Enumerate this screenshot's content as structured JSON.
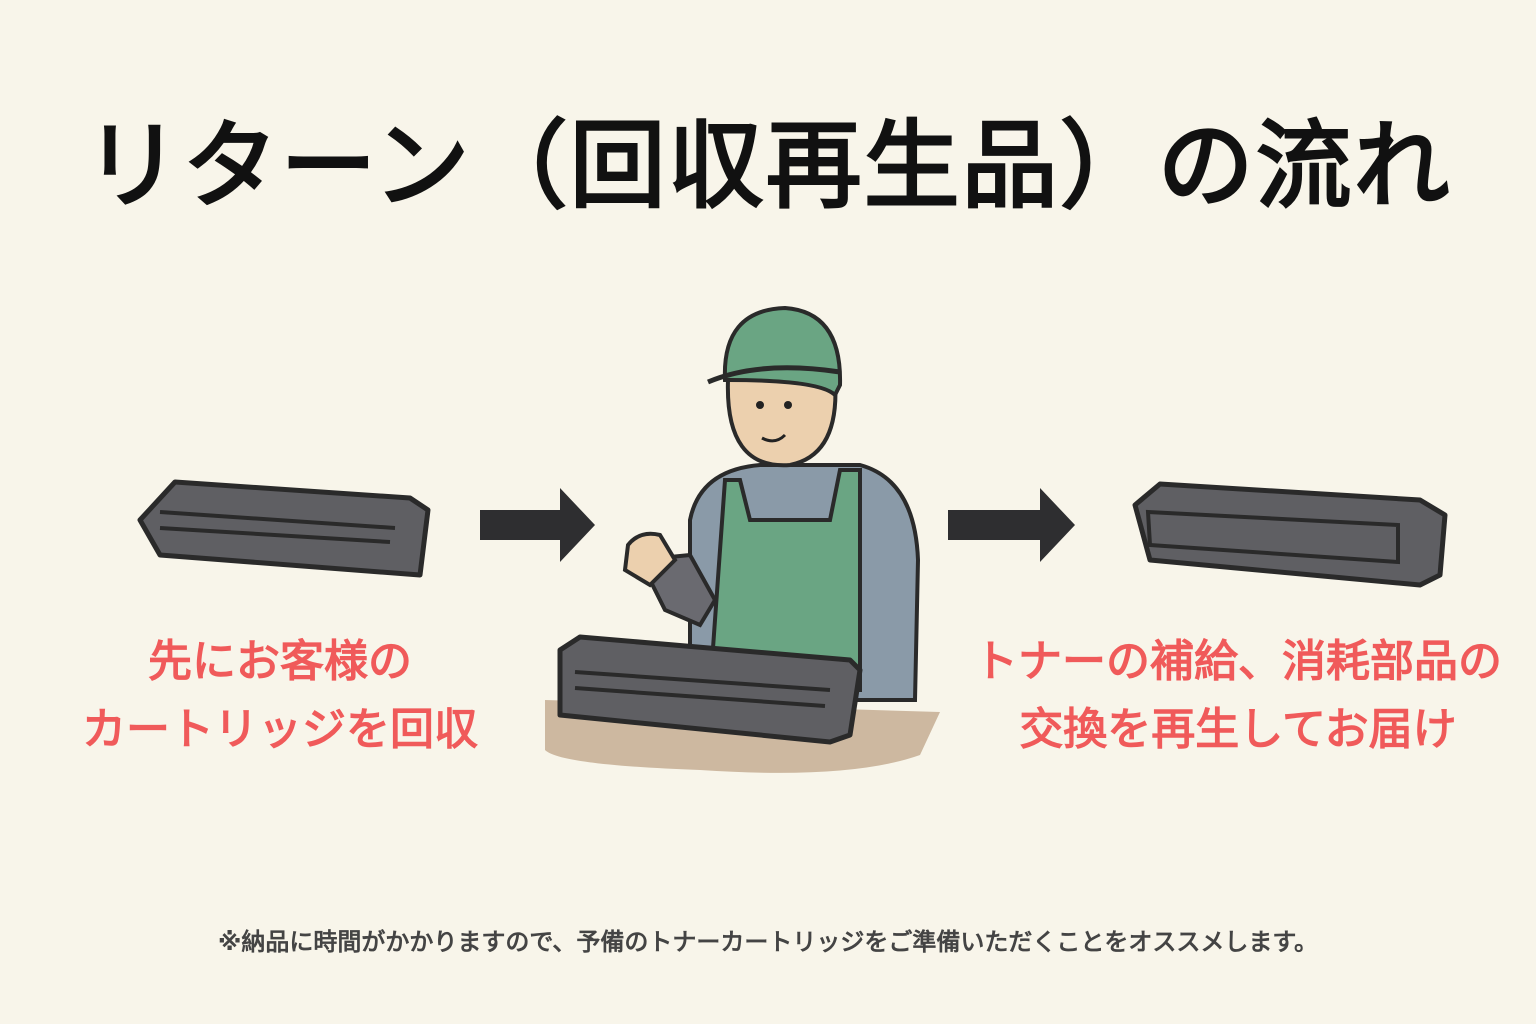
{
  "title": "リターン（回収再生品）の流れ",
  "steps": [
    {
      "line1": "先にお客様の",
      "line2": "カートリッジを回収"
    },
    {
      "line1": "トナーの補給、消耗部品の",
      "line2": "交換を再生してお届け"
    }
  ],
  "note": "※納品に時間がかかりますので、予備のトナーカートリッジをご準備いただくことをオススメします。",
  "colors": {
    "caption": "#f05a5a",
    "background": "#f8f5ea",
    "cap": "#6aa583"
  }
}
